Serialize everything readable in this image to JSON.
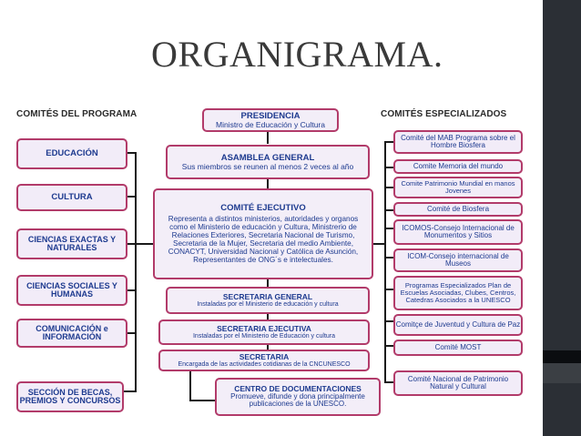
{
  "slide": {
    "title": "ORGANIGRAMA."
  },
  "diagram": {
    "left_header": "COMITÉS DEL PROGRAMA",
    "right_header": "COMITÉS ESPECIALIZADOS",
    "left_boxes": [
      "EDUCACIÓN",
      "CULTURA",
      "CIENCIAS EXACTAS Y NATURALES",
      "CIENCIAS SOCIALES Y HUMANAS",
      "COMUNICACIÓN e INFORMACIÓN",
      "SECCIÓN DE BECAS, PREMIOS Y CONCURSOS"
    ],
    "center": {
      "presidencia_title": "PRESIDENCIA",
      "presidencia_sub": "Ministro de Educación y Cultura",
      "asamblea_title": "ASAMBLEA GENERAL",
      "asamblea_sub": "Sus miembros se reunen al menos 2 veces al año",
      "comite_title": "COMITÉ EJECUTIVO",
      "comite_body": "Representa a distintos ministerios, autoridades y organos como el Ministerio de educación y Cultura, Ministrerio de Relaciones Exteriores, Secretaria Nacional de Turismo, Secretaria de la Mujer, Secretaria del medio Ambiente, CONACYT, Universidad Nacional y Católica de Asunción, Representantes de ONG´s e intelectuales.",
      "sec_general_title": "SECRETARIA GENERAL",
      "sec_general_sub": "Instaladas por el Ministerio de educación y cultura",
      "sec_ejecutiva_title": "SECRETARIA EJECUTIVA",
      "sec_ejecutiva_sub": "Instaladas por el Ministerio de Educación y cultura",
      "secretaria_title": "SECRETARIA",
      "secretaria_sub": "Encargada de las actividades cotidianas de la CNCUNESCO",
      "centro_title": "CENTRO DE DOCUMENTACIONES",
      "centro_sub": "Promueve, difunde y dona principalmente publicaciones de la UNESCO."
    },
    "right_boxes": [
      "Comité del MAB Programa sobre el Hombre Biosfera",
      "Comite Memoria del mundo",
      "Comite Patrimonio Mundial en manos Jovenes",
      "Comité de Biosfera",
      "ICOMOS-Consejo Internacional de Monumentos y Sitios",
      "ICOM-Consejo internacional de Museos",
      "Programas Especializados Plan de Escuelas Asociadas, Clubes, Centros, Catedras Asociados a la UNESCO",
      "Comitçe de Juventud y Cultura de Paz",
      "Comité MOST",
      "Comité Nacional de Patrimonio Natural y Cultural"
    ],
    "colors": {
      "box_border": "#b23b6a",
      "box_fill": "#f2ecf8",
      "box_text": "#1d3a8f"
    }
  }
}
